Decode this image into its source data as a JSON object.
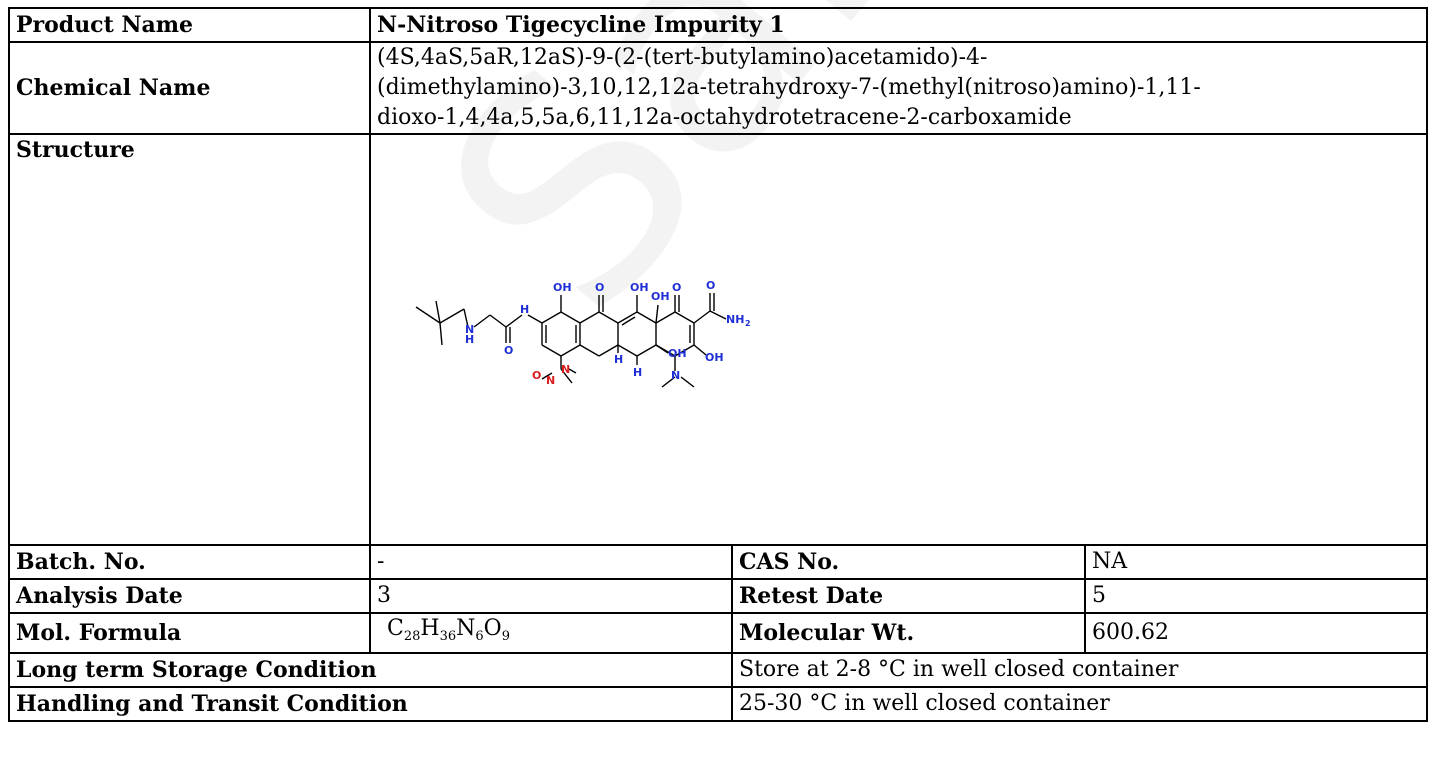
{
  "watermark": "Sample COA",
  "product_name": {
    "label": "Product Name",
    "value": "N-Nitroso Tigecycline Impurity 1"
  },
  "chemical_name": {
    "label": "Chemical Name",
    "lines": [
      "(4S,4aS,5aR,12aS)-9-(2-(tert-butylamino)acetamido)-4-",
      "(dimethylamino)-3,10,12,12a-tetrahydroxy-7-(methyl(nitroso)amino)-1,11-",
      "dioxo-1,4,4a,5,5a,6,11,12a-octahydrotetracene-2-carboxamide"
    ]
  },
  "structure": {
    "label": "Structure",
    "atoms": {
      "oh1": "OH",
      "o1": "O",
      "oh2": "OH",
      "oh3": "OH",
      "o2": "O",
      "o3": "O",
      "nh2": "NH",
      "nh2_sub": "2",
      "nh": "H",
      "n_amide": "N",
      "h_amide": "H",
      "o_amide": "O",
      "oh4": "OH",
      "oh5": "OH",
      "h1": "H",
      "h2": "H",
      "n_dimethyl": "N",
      "o_nitroso": "O",
      "n_nitroso1": "N",
      "n_nitroso2": "N"
    },
    "colors": {
      "hetero": "#1f2fd6",
      "nitroso": "#d81d1d",
      "bond": "#000000"
    }
  },
  "batch_no": {
    "label": "Batch. No.",
    "value": "-"
  },
  "cas_no": {
    "label": "CAS No.",
    "value": "NA"
  },
  "analysis_date": {
    "label": "Analysis Date",
    "value": "3"
  },
  "retest_date": {
    "label": "Retest Date",
    "value": "5"
  },
  "mol_formula": {
    "label": "Mol. Formula",
    "parts": [
      {
        "el": "C",
        "n": "28"
      },
      {
        "el": "H",
        "n": "36"
      },
      {
        "el": "N",
        "n": "6"
      },
      {
        "el": "O",
        "n": "9"
      }
    ]
  },
  "molecular_wt": {
    "label": "Molecular Wt.",
    "value": "600.62"
  },
  "storage": {
    "label": "Long term Storage Condition",
    "value": "Store at 2-8 °C in well closed container"
  },
  "handling": {
    "label": "Handling and Transit Condition",
    "value": "25-30 °C in well closed container"
  }
}
